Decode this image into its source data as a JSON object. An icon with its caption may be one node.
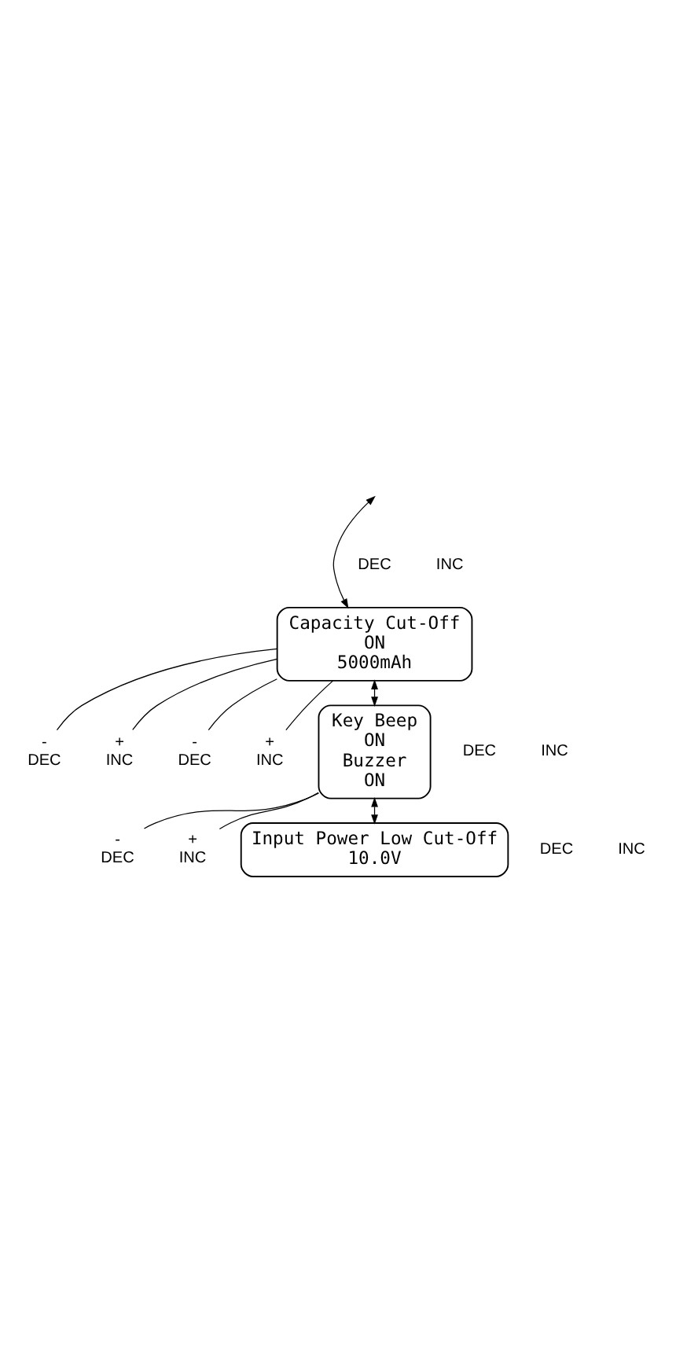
{
  "diagram": {
    "nodes": [
      {
        "text": [
          "Capacity Cut-Off",
          "ON",
          "5000mAh"
        ]
      },
      {
        "text": [
          "-",
          "DEC"
        ]
      },
      {
        "text": [
          "+",
          "INC"
        ]
      },
      {
        "text": [
          "-",
          "DEC"
        ]
      },
      {
        "text": [
          "+",
          "INC"
        ]
      },
      {
        "text": [
          "Key Beep",
          "ON",
          "Buzzer",
          "ON"
        ]
      },
      {
        "text": [
          "-",
          "DEC"
        ]
      },
      {
        "text": [
          "+",
          "INC"
        ]
      },
      {
        "text": [
          "Input Power Low Cut-Off",
          "10.0V"
        ]
      }
    ],
    "edges": [
      {
        "from": null,
        "to": 0,
        "arrow": "both"
      },
      {
        "from": 0,
        "to": 1,
        "arrow": "none"
      },
      {
        "from": 0,
        "to": 2,
        "arrow": "none"
      },
      {
        "from": 0,
        "to": 3,
        "arrow": "none"
      },
      {
        "from": 0,
        "to": 4,
        "arrow": "none"
      },
      {
        "from": 0,
        "to": 5,
        "arrow": "both"
      },
      {
        "from": 5,
        "to": 6,
        "arrow": "none"
      },
      {
        "from": 5,
        "to": 7,
        "arrow": "none"
      },
      {
        "from": 5,
        "to": 8,
        "arrow": "both"
      }
    ],
    "labels": [
      "DEC",
      "INC",
      "DEC",
      "INC",
      "DEC",
      "INC"
    ]
  }
}
